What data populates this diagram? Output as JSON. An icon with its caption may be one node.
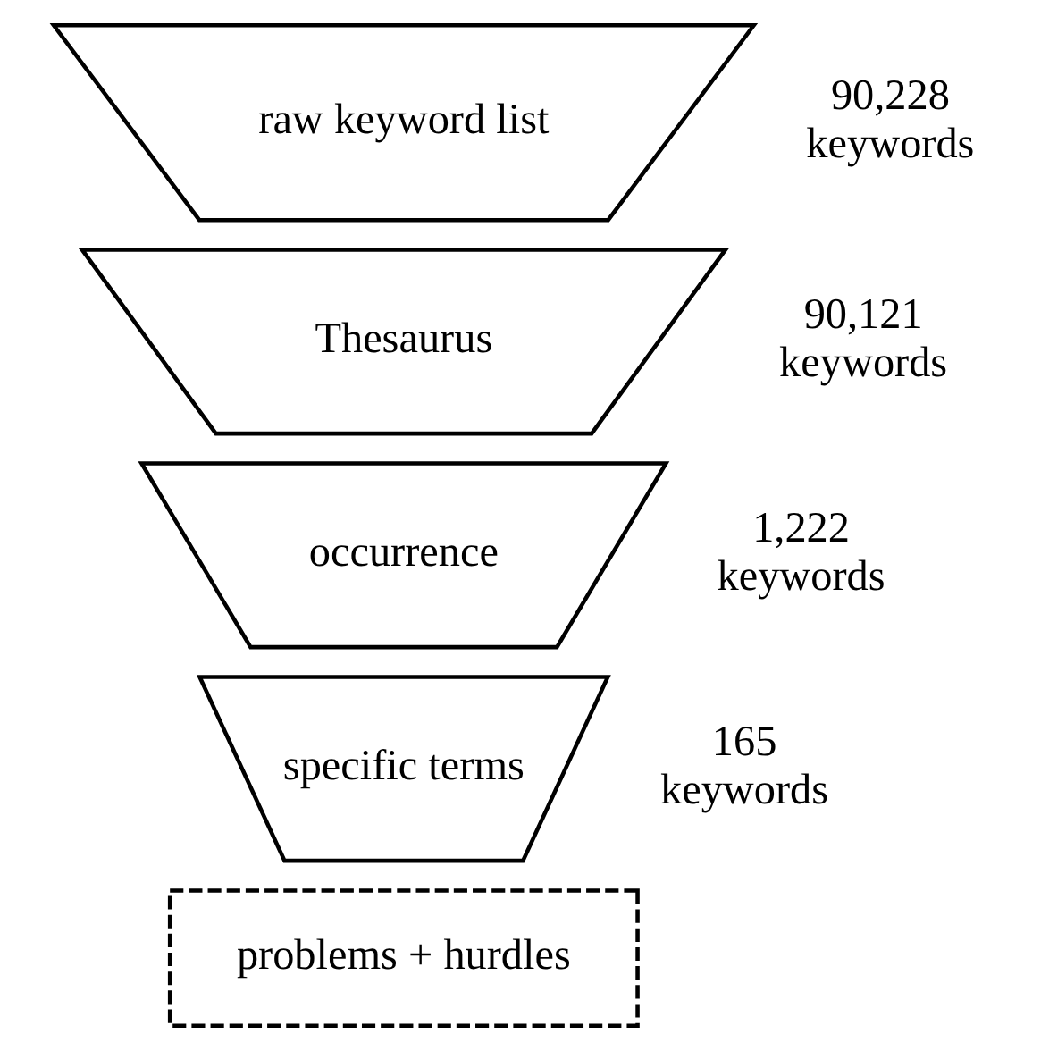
{
  "diagram": {
    "nodes": [
      {
        "text": [
          "raw keyword list"
        ],
        "beside": [
          "90,228 keywords"
        ]
      },
      {
        "text": [
          "Thesaurus"
        ],
        "beside": [
          "90,121 keywords"
        ]
      },
      {
        "text": [
          "occurrence"
        ],
        "beside": [
          "1,222 keywords"
        ]
      },
      {
        "text": [
          "specific terms"
        ],
        "beside": [
          "165 keywords"
        ]
      },
      {
        "text": [
          "problems + hurdles"
        ]
      }
    ],
    "edges": []
  }
}
